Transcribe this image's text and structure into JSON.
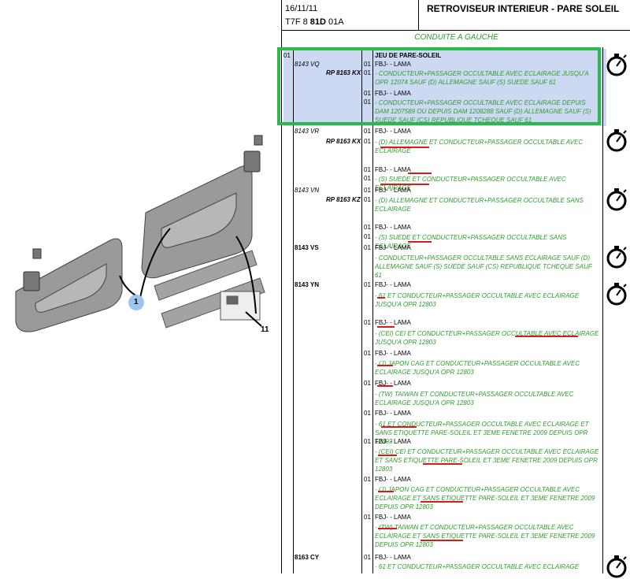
{
  "header": {
    "date": "16/11/11",
    "ref_prefix": "T7F 8 ",
    "ref_bold": "81D",
    "ref_suffix": " 01A",
    "title": "RETROVISEUR INTERIEUR - PARE SOLEIL"
  },
  "section": "CONDUITE A GAUCHE",
  "diagram": {
    "callout_1": "1",
    "callout_11": "11"
  },
  "rows": [
    {
      "qty": "01",
      "ref": "",
      "code": "",
      "q": "",
      "text": "JEU DE PARE-SOLEIL"
    },
    {
      "qty": "",
      "ref": "8143 VQ",
      "code": "",
      "q": "01",
      "text": "FBJ- - LAMA"
    },
    {
      "qty": "",
      "ref": "",
      "code": "RP 8163 KX",
      "q": "01",
      "text": "- CONDUCTEUR+PASSAGER OCCULTABLE AVEC ECLAIRAGE JUSQU'A OPR 12074 SAUF (D) ALLEMAGNE SAUF (S) SUEDE SAUF 61"
    },
    {
      "qty": "",
      "ref": "",
      "code": "",
      "q": "01",
      "text": "FBJ- - LAMA"
    },
    {
      "qty": "",
      "ref": "",
      "code": "",
      "q": "01",
      "text": "- CONDUCTEUR+PASSAGER OCCULTABLE AVEC ECLAIRAGE DEPUIS DAM 1207589 OU DEPUIS DAM 1208288 SAUF (D) ALLEMAGNE SAUF (S) SUEDE SAUF (CS) REPUBLIQUE TCHEQUE SAUF 61"
    },
    {
      "qty": "",
      "ref": "8143 VR",
      "code": "",
      "q": "01",
      "text": "FBJ- - LAMA"
    },
    {
      "qty": "",
      "ref": "",
      "code": "RP 8163 KX",
      "q": "01",
      "text": "- (D) ALLEMAGNE ET CONDUCTEUR+PASSAGER OCCULTABLE AVEC ECLAIRAGE"
    },
    {
      "qty": "",
      "ref": "",
      "code": "",
      "q": "01",
      "text": "FBJ- - LAMA"
    },
    {
      "qty": "",
      "ref": "",
      "code": "",
      "q": "01",
      "text": "- (S) SUEDE ET CONDUCTEUR+PASSAGER OCCULTABLE AVEC ECLAIRAGE"
    },
    {
      "qty": "",
      "ref": "8143 VN",
      "code": "",
      "q": "01",
      "text": "FBJ- - LAMA"
    },
    {
      "qty": "",
      "ref": "",
      "code": "RP 8163 KZ",
      "q": "01",
      "text": "- (D) ALLEMAGNE ET CONDUCTEUR+PASSAGER OCCULTABLE SANS ECLAIRAGE"
    },
    {
      "qty": "",
      "ref": "",
      "code": "",
      "q": "01",
      "text": "FBJ- - LAMA"
    },
    {
      "qty": "",
      "ref": "",
      "code": "",
      "q": "01",
      "text": "- (S) SUEDE ET CONDUCTEUR+PASSAGER OCCULTABLE SANS ECLAIRAGE"
    },
    {
      "qty": "",
      "ref": "8143 VS",
      "code": "",
      "q": "01",
      "text": "FBJ- - LAMA"
    },
    {
      "qty": "",
      "ref": "",
      "code": "",
      "q": "",
      "text": "- CONDUCTEUR+PASSAGER OCCULTABLE SANS ECLAIRAGE SAUF (D) ALLEMAGNE SAUF (S) SUEDE SAUF (CS) REPUBLIQUE TCHEQUE SAUF 61"
    },
    {
      "qty": "",
      "ref": "8143 YN",
      "code": "",
      "q": "01",
      "text": "FBJ- - LAMA"
    },
    {
      "qty": "",
      "ref": "",
      "code": "",
      "q": "",
      "text": "- 61 ET CONDUCTEUR+PASSAGER OCCULTABLE AVEC ECLAIRAGE JUSQU'A OPR 12803"
    },
    {
      "qty": "",
      "ref": "",
      "code": "",
      "q": "01",
      "text": "FBJ- - LAMA"
    },
    {
      "qty": "",
      "ref": "",
      "code": "",
      "q": "",
      "text": "- (CEI) CEI ET CONDUCTEUR+PASSAGER OCCULTABLE AVEC ECLAIRAGE JUSQU'A OPR 12803"
    },
    {
      "qty": "",
      "ref": "",
      "code": "",
      "q": "01",
      "text": "FBJ- - LAMA"
    },
    {
      "qty": "",
      "ref": "",
      "code": "",
      "q": "",
      "text": "- (J) JAPON CAG ET CONDUCTEUR+PASSAGER OCCULTABLE AVEC ECLAIRAGE JUSQU'A OPR 12803"
    },
    {
      "qty": "",
      "ref": "",
      "code": "",
      "q": "01",
      "text": "FBJ- - LAMA"
    },
    {
      "qty": "",
      "ref": "",
      "code": "",
      "q": "",
      "text": "- (TW) TAIWAN ET CONDUCTEUR+PASSAGER OCCULTABLE AVEC ECLAIRAGE JUSQU'A OPR 12803"
    },
    {
      "qty": "",
      "ref": "",
      "code": "",
      "q": "01",
      "text": "FBJ- - LAMA"
    },
    {
      "qty": "",
      "ref": "",
      "code": "",
      "q": "",
      "text": "- 61 ET CONDUCTEUR+PASSAGER OCCULTABLE AVEC ECLAIRAGE ET SANS ETIQUETTE PARE-SOLEIL ET 3EME FENETRE 2009 DEPUIS OPR 12803"
    },
    {
      "qty": "",
      "ref": "",
      "code": "",
      "q": "01",
      "text": "FBJ- - LAMA"
    },
    {
      "qty": "",
      "ref": "",
      "code": "",
      "q": "",
      "text": "- (CEI) CEI ET CONDUCTEUR+PASSAGER OCCULTABLE AVEC ECLAIRAGE ET SANS ETIQUETTE PARE-SOLEIL ET 3EME FENETRE 2009 DEPUIS OPR 12803"
    },
    {
      "qty": "",
      "ref": "",
      "code": "",
      "q": "01",
      "text": "FBJ- - LAMA"
    },
    {
      "qty": "",
      "ref": "",
      "code": "",
      "q": "",
      "text": "- (J) JAPON CAG ET CONDUCTEUR+PASSAGER OCCULTABLE AVEC ECLAIRAGE ET SANS ETIQUETTE PARE-SOLEIL ET 3EME FENETRE 2009 DEPUIS OPR 12803"
    },
    {
      "qty": "",
      "ref": "",
      "code": "",
      "q": "01",
      "text": "FBJ- - LAMA"
    },
    {
      "qty": "",
      "ref": "",
      "code": "",
      "q": "",
      "text": "- (TW) TAIWAN ET CONDUCTEUR+PASSAGER OCCULTABLE AVEC ECLAIRAGE ET SANS ETIQUETTE PARE-SOLEIL ET 3EME FENETRE 2009 DEPUIS OPR 12803"
    },
    {
      "qty": "",
      "ref": "8163 CY",
      "code": "",
      "q": "01",
      "text": "FBJ- - LAMA"
    },
    {
      "qty": "",
      "ref": "",
      "code": "",
      "q": "",
      "text": "- 61 ET CONDUCTEUR+PASSAGER OCCULTABLE AVEC ECLAIRAGE"
    }
  ]
}
